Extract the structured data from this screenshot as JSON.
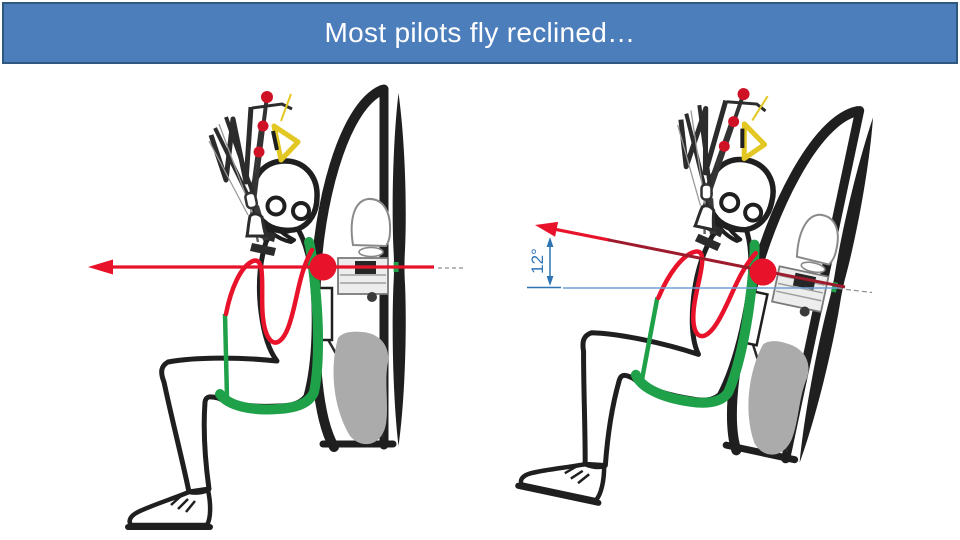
{
  "slide": {
    "title": "Most pilots fly reclined…"
  },
  "figures": {
    "left": {
      "description": "upright pilot with horizontal thrust arrow"
    },
    "right": {
      "description": "reclined pilot with thrust line tilted above horizon",
      "angle_label": "12°"
    }
  },
  "colors": {
    "slide_background": "#ffffff",
    "title_bar_fill": "#4d7ebc",
    "title_bar_border": "#2f5780",
    "title_text": "#ffffff",
    "ink_black": "#1f1f1f",
    "thrust_arrow_red": "#e8132a",
    "thrust_line_dark_red": "#9e1b2e",
    "cg_dot_red": "#e8132a",
    "harness_green": "#1fa14a",
    "brake_toggle_yellow": "#e3c722",
    "annotation_blue": "#2e74b5",
    "reference_line_blue": "#6fa0d6",
    "engine_gray": "#ababab"
  }
}
